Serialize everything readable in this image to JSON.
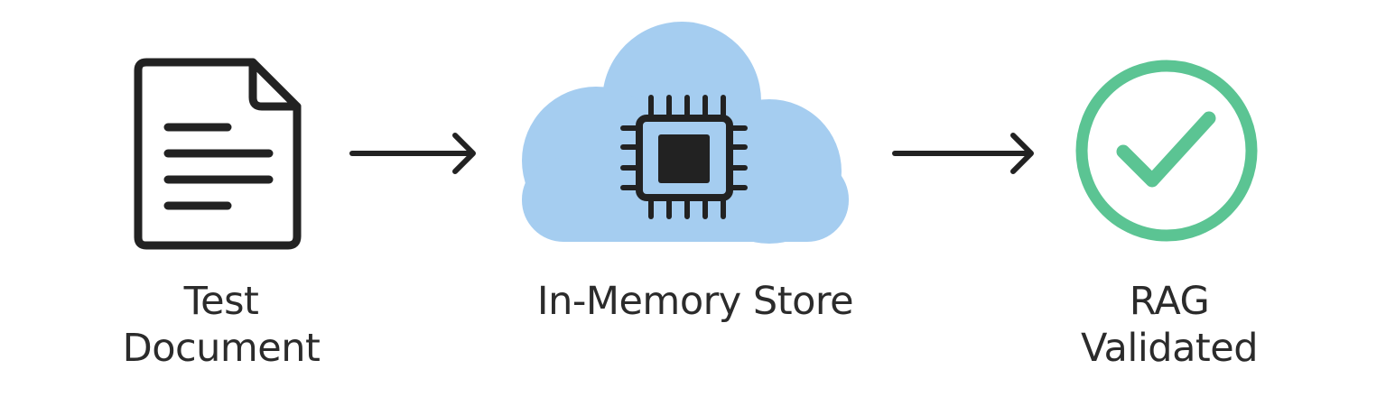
{
  "steps": [
    {
      "icon": "document-icon",
      "label_lines": [
        "Test",
        "Document"
      ]
    },
    {
      "icon": "cloud-chip-icon",
      "label_lines": [
        "In-Memory Store"
      ]
    },
    {
      "icon": "check-circle-icon",
      "label_lines": [
        "RAG",
        "Validated"
      ]
    }
  ],
  "colors": {
    "stroke": "#222222",
    "cloud": "#a5cdf0",
    "check": "#5bc493"
  }
}
